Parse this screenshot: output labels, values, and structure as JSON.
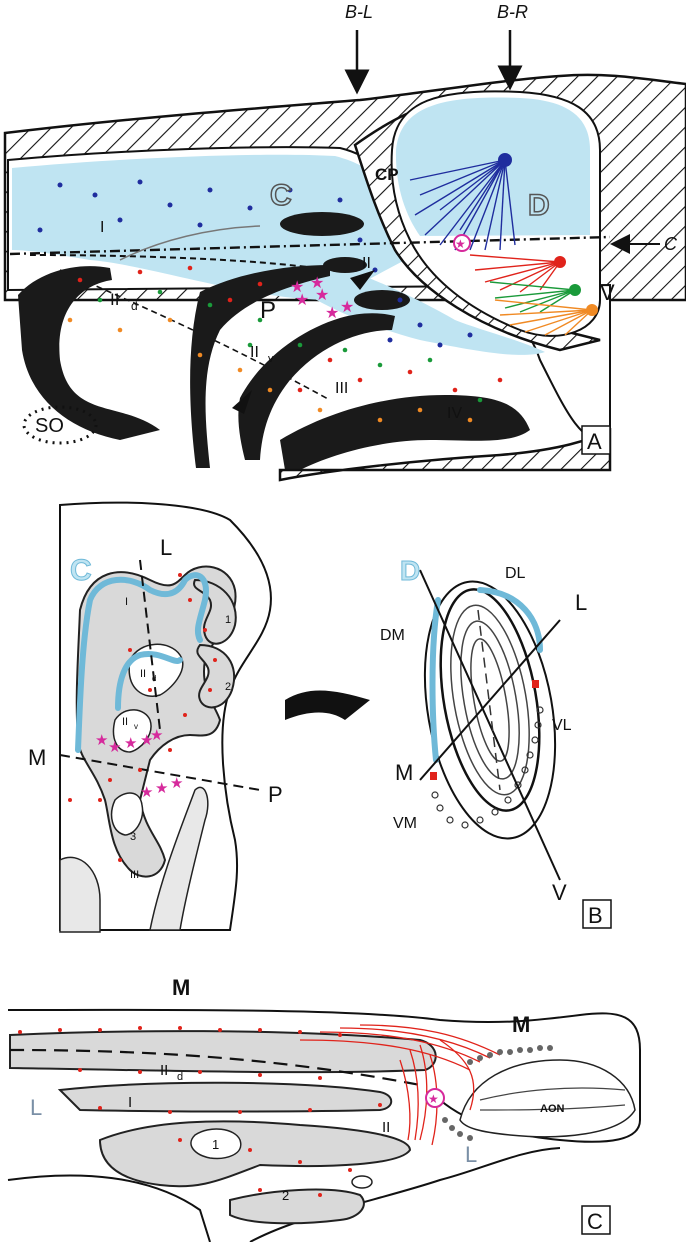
{
  "panel_a": {
    "arrow_bl": "B-L",
    "arrow_br": "B-R",
    "arrow_c": "C",
    "cp": "CP",
    "c": "C",
    "d": "D",
    "v": "V",
    "p": "P",
    "layer_i": "I",
    "layer_ii": "II",
    "layer_iid": "II",
    "layer_iid_sub": "d",
    "layer_iiv": "II",
    "layer_iiv_sub": "v",
    "layer_iii": "III",
    "layer_iv": "IV",
    "so": "SO",
    "panel_label": "A"
  },
  "panel_b": {
    "c": "C",
    "l": "L",
    "m": "M",
    "p": "P",
    "i": "I",
    "n1": "1",
    "n2": "2",
    "n3": "3",
    "iid": "II",
    "iid_sub": "d",
    "iiv": "II",
    "iiv_sub": "v",
    "iii": "III",
    "d": "D",
    "dl": "DL",
    "dm": "DM",
    "l2": "L",
    "vl": "VL",
    "m2": "M",
    "vm": "VM",
    "v": "V",
    "panel_label": "B"
  },
  "panel_c": {
    "m_top": "M",
    "m_right": "M",
    "l_left": "L",
    "l_bottom": "L",
    "iid": "II",
    "iid_sub": "d",
    "i": "I",
    "ii": "II",
    "n1": "1",
    "n2": "2",
    "aon": "AON",
    "panel_label": "C"
  },
  "colors": {
    "light_blue": "#bfe4f2",
    "cyan_border": "#6fb9d8",
    "dark_blue": "#1f2d9e",
    "red": "#e0231b",
    "green": "#1a9a3a",
    "orange": "#f08a24",
    "magenta": "#d62a9c"
  }
}
